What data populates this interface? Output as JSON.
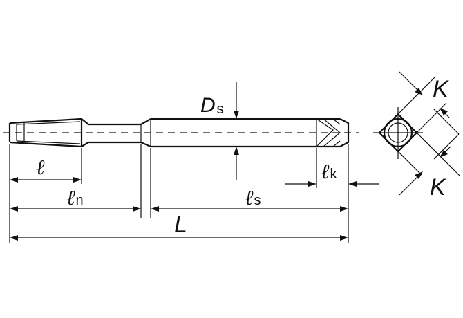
{
  "labels": {
    "thread_length": {
      "main": "ℓ",
      "sub": ""
    },
    "neck_length": {
      "main": "ℓ",
      "sub": "n"
    },
    "shank_length": {
      "main": "ℓ",
      "sub": "s"
    },
    "square_length": {
      "main": "ℓ",
      "sub": "k"
    },
    "overall_length": "L",
    "shank_diameter": {
      "main": "D",
      "sub": "s"
    },
    "square_size_top": "K",
    "square_size_bottom": "K"
  }
}
